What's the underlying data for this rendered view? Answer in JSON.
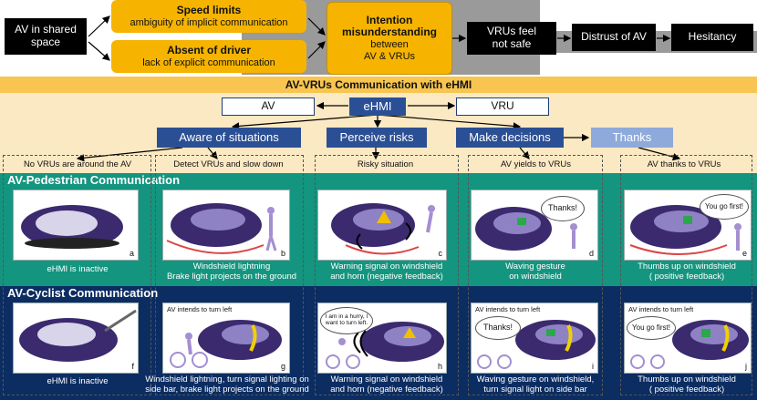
{
  "flow": {
    "av_shared": "AV in shared space",
    "speed_title": "Speed limits",
    "speed_sub": "ambiguity of implicit communication",
    "driver_title": "Absent of driver",
    "driver_sub": "lack of explicit communication",
    "intent_title": "Intention misunderstanding",
    "intent_between": "between",
    "intent_parties": "AV & VRUs",
    "vru_unsafe": "VRUs feel not safe",
    "distrust": "Distrust of AV",
    "hesitancy": "Hesitancy"
  },
  "comm_title": "AV-VRUs Communication with eHMI",
  "nodes": {
    "av": "AV",
    "ehmi": "eHMI",
    "vru": "VRU"
  },
  "stages": {
    "aware": "Aware of situations",
    "perceive": "Perceive risks",
    "decide": "Make decisions",
    "thanks": "Thanks"
  },
  "columns": [
    "No VRUs are around the AV",
    "Detect VRUs and slow down",
    "Risky situation",
    "AV yields to VRUs",
    "AV thanks to VRUs"
  ],
  "ped_title": "AV-Pedestrian Communication",
  "ped": [
    {
      "letter": "a",
      "caption": [
        "eHMI is inactive"
      ]
    },
    {
      "letter": "b",
      "caption": [
        "Windshield lightning",
        "Brake light projects on the ground"
      ]
    },
    {
      "letter": "c",
      "caption": [
        "Warning signal on windshield",
        "and horn (negative feedback)"
      ]
    },
    {
      "letter": "d",
      "caption": [
        "Waving gesture",
        "on windshield"
      ],
      "bubble": "Thanks!"
    },
    {
      "letter": "e",
      "caption": [
        "Thumbs up on windshield",
        "( positive feedback)"
      ],
      "bubble": "You go first!"
    }
  ],
  "cyc_title": "AV-Cyclist Communication",
  "cyc": [
    {
      "letter": "f",
      "caption": [
        "eHMI is inactive"
      ]
    },
    {
      "letter": "g",
      "caption": [
        "Windshield lightning, turn signal lighting on",
        "side bar, brake light projects on the ground"
      ],
      "note": "AV intends to turn left"
    },
    {
      "letter": "h",
      "caption": [
        "Warning signal on windshield",
        "and horn (negative feedback)"
      ],
      "bubble": "I am in a hurry, I want to turn left."
    },
    {
      "letter": "i",
      "caption": [
        "Waving gesture on windshield,",
        "turn signal light on side bar"
      ],
      "note": "AV intends to turn left",
      "bubble": "Thanks!"
    },
    {
      "letter": "j",
      "caption": [
        "Thumbs up on windshield",
        "( positive feedback)"
      ],
      "note": "AV intends to turn left",
      "bubble": "You go first!"
    }
  ],
  "colors": {
    "orange": "#f6b400",
    "teal": "#14957f",
    "navy": "#0c2d62",
    "ehmi_blue": "#2b4f94",
    "thanks_blue": "#8eaadb",
    "panel": "#fbe9c3"
  }
}
